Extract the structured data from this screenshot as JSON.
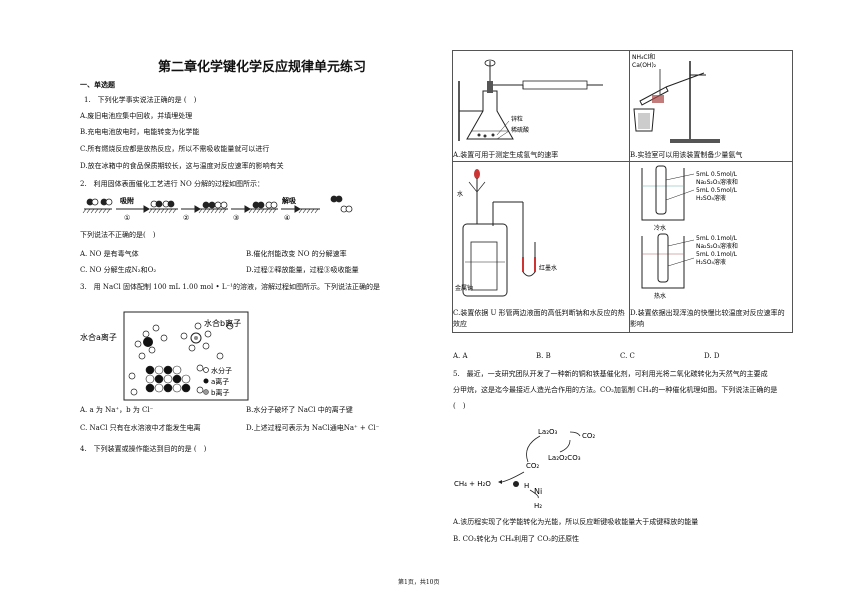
{
  "title": "第二章化学键化学反应规律单元练习",
  "section": "一、单选题",
  "q1": {
    "stem": "1.　下列化学事实说法正确的是 (　)",
    "options": [
      "A.废旧电池应集中回收，并填埋处理",
      "B.充电电池放电时，电能转变为化学能",
      "C.所有燃烧反应都是放热反应，所以不需吸收能量就可以进行",
      "D.放在冰箱中的食品保质期较长，这与温度对反应速率的影响有关"
    ]
  },
  "q2": {
    "stem": "2.　利用固体表面催化工艺进行 NO 分解的过程如图所示：",
    "labels": [
      "吸附",
      "①",
      "②",
      "③",
      "解吸",
      "④"
    ],
    "ask": "下列说法不正确的是(　)",
    "options": [
      "A. NO 是有毒气体",
      "B.催化剂能改变 NO 的分解速率",
      "C. NO 分解生成N₂和O₂",
      "D.过程②释放能量，过程③吸收能量"
    ]
  },
  "q3": {
    "stem": "3.　用 NaCl 固体配制 100 mL 1.00 mol • L⁻¹的溶液，溶解过程如图所示。下列说法正确的是",
    "fig": {
      "label_a": "水合a离子",
      "label_b": "水合b离子",
      "legend": [
        "水分子",
        "a离子",
        "b离子"
      ]
    },
    "options": [
      "A. a 为 Na⁺，b 为 Cl⁻",
      "B.水分子破坏了 NaCl 中的离子键",
      "C. NaCl 只有在水溶液中才能发生电离",
      "D.上述过程可表示为 NaCl通电Na⁺ + Cl⁻"
    ]
  },
  "q4": {
    "stem": "4.　下列装置或操作能达到目的的是 (　)",
    "cells": [
      {
        "caption": "A.装置可用于测定生成氢气的速率",
        "fig": [
          "锌粒",
          "稀硫酸"
        ]
      },
      {
        "caption": "B.实验室可以用该装置制备少量氨气",
        "fig": [
          "NH₄Cl和",
          "Ca(OH)₂"
        ]
      },
      {
        "caption": "C.装置依据 U 形管两边液面的高低判断钠和水反应的热效应",
        "fig": [
          "水",
          "金属钠",
          "红墨水"
        ]
      },
      {
        "caption": "D.装置依据出现浑浊的快慢比较温度对反应速率的影响",
        "fig": [
          "5mL 0.5mol/L",
          "Na₂S₂O₃溶液和",
          "5mL 0.5mol/L",
          "H₂SO₄溶液",
          "冷水",
          "5mL 0.1mol/L",
          "Na₂S₂O₃溶液和",
          "5mL 0.1mol/L",
          "H₂SO₄溶液",
          "热水"
        ]
      }
    ],
    "answers": [
      "A. A",
      "B. B",
      "C. C",
      "D. D"
    ]
  },
  "q5": {
    "stem1": "5.　最近，一支研究团队开发了一种新的铜和铁基催化剂，可利用光将二氧化碳转化为天然气的主要成",
    "stem2": "分甲烷，这是迄今最接近人造光合作用的方法。CO₂加氢制 CH₄的一种催化机理如图。下列说法正确的是",
    "stem3": "(　)",
    "fig": [
      "La₂O₃",
      "CO₂",
      "La₂O₂CO₃",
      "CO₂",
      "H",
      "Ni",
      "H₂",
      "CH₄ + H₂O"
    ],
    "options": [
      "A.该历程实现了化学能转化为光能，所以反应断键吸收能量大于成键释放的能量",
      "B. CO₂转化为 CH₄利用了 CO₂的还原性"
    ]
  },
  "footer": "第1页，共10页"
}
